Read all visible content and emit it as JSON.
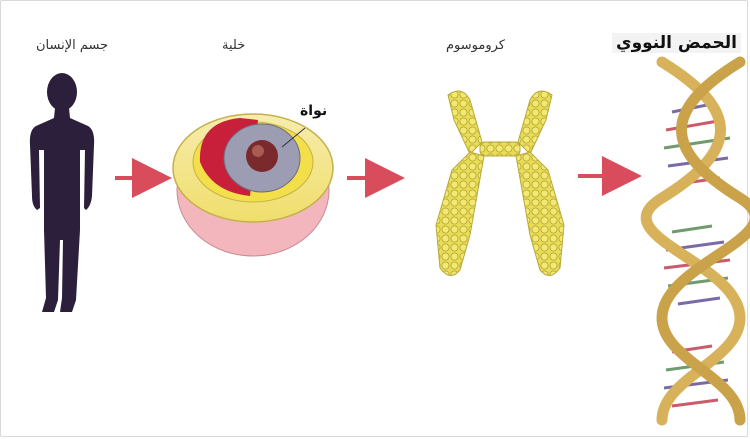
{
  "labels": {
    "human_body": "جسم الإنسان",
    "cell": "خلية",
    "chromosome": "كروموسوم",
    "dna": "الحمض النووي",
    "nucleus": "نواة"
  },
  "colors": {
    "arrow": "#d94c5c",
    "silhouette": "#2b1f3b",
    "cell_outer": "#f4e690",
    "cell_inner_yellow": "#f2df4a",
    "cell_bottom": "#f4b6bd",
    "cytoplasm_red": "#c8203a",
    "nucleus": "#7a2a2c",
    "chromosome": "#e9dd56",
    "dna_backbone": "#d8b25a"
  }
}
